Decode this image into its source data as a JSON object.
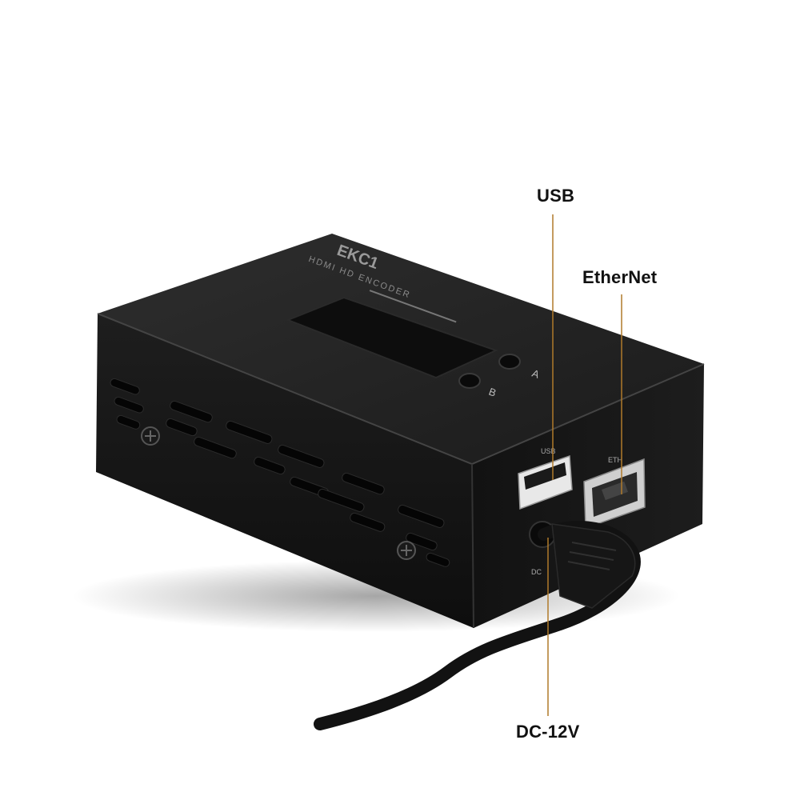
{
  "colors": {
    "background": "#ffffff",
    "case_body": "#1c1c1c",
    "case_top": "#242424",
    "case_front": "#151515",
    "callout_line": "#b07a2a",
    "label_text": "#111111"
  },
  "device": {
    "brand_text": "EKC1",
    "model_text": "HDMI HD ENCODER",
    "button_a_label": "A",
    "button_b_label": "B",
    "usb_port_label": "USB",
    "eth_port_label": "ETH",
    "dc_port_label": "DC"
  },
  "callouts": {
    "usb": "USB",
    "ethernet": "EtherNet",
    "dc": "DC-12V"
  }
}
